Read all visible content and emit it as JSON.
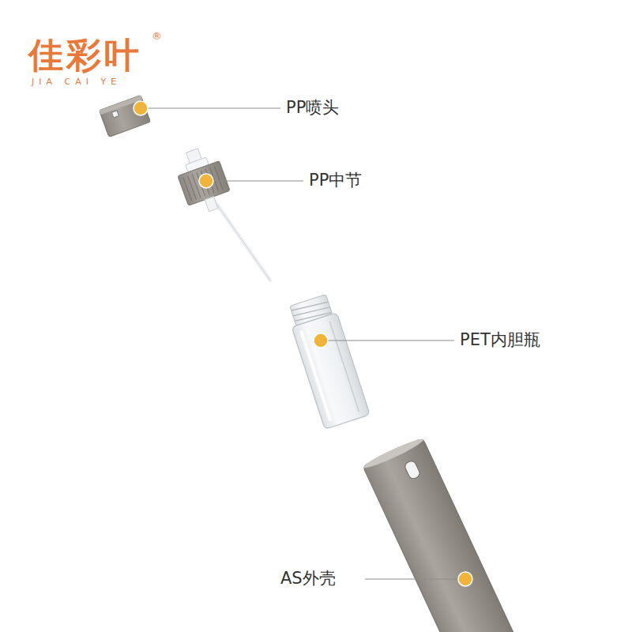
{
  "diagram": {
    "labels": [
      "佳彩叶",
      "®",
      "JIA CAI YE",
      "PP喷头",
      "PP中节",
      "PET内胆瓶",
      "AS外壳"
    ]
  }
}
